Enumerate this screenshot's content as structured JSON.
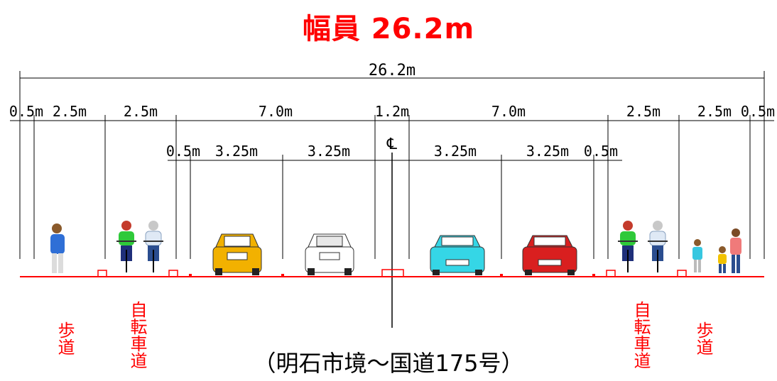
{
  "title": "幅員 26.2m",
  "caption": "（明石市境〜国道175号）",
  "colors": {
    "accent": "#ff0000",
    "ink": "#000000"
  },
  "labels": {
    "sidewalk_left": "歩道",
    "bike_left": "自転車道",
    "bike_right": "自転車道",
    "sidewalk_right": "歩道"
  },
  "dimensions": {
    "total": "26.2m",
    "tier1": [
      "0.5m",
      "2.5m",
      "2.5m",
      "7.0m",
      "1.2m",
      "7.0m",
      "2.5m",
      "2.5m",
      "0.5m"
    ],
    "tier2": [
      "0.5m",
      "3.25m",
      "3.25m",
      "3.25m",
      "3.25m",
      "0.5m"
    ]
  },
  "centerline_symbol": "℄",
  "figures": {
    "pedestrians_left": [
      "pedestrian-blue"
    ],
    "cyclists_left": [
      "cyclist-green",
      "cyclist-white"
    ],
    "cars": [
      "car-yellow",
      "car-white",
      "car-cyan",
      "car-red"
    ],
    "cyclists_right": [
      "cyclist-green",
      "cyclist-white"
    ],
    "pedestrians_right": [
      "child-cyan",
      "child-yellow",
      "pedestrian-pink"
    ]
  }
}
